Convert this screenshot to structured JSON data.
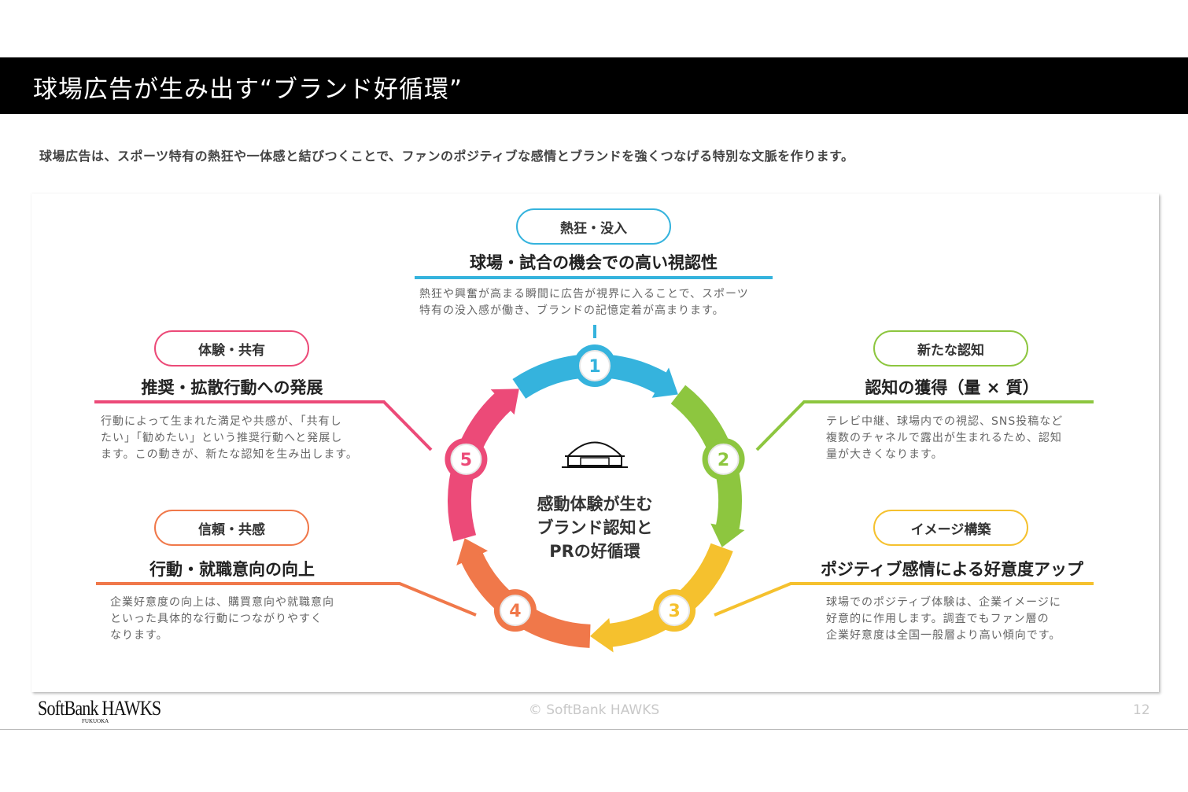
{
  "header": {
    "title": "球場広告が生み出す“ブランド好循環”"
  },
  "lead": "球場広告は、スポーツ特有の熱狂や一体感と結びつくことで、ファンのポジティブな感情とブランドを強くつなげる特別な文脈を作ります。",
  "center": {
    "icon": "stadium-icon",
    "text": "感動体験が生む\nブランド認知と\nPRの好循環"
  },
  "steps": [
    {
      "number": "1",
      "tag": "熱狂・没入",
      "heading": "球場・試合の機会での高い視認性",
      "desc": "熱狂や興奮が高まる瞬間に広告が視界に入ることで、スポーツ\n特有の没入感が働き、ブランドの記憶定着が高まります。",
      "color": "#35b3dd"
    },
    {
      "number": "2",
      "tag": "新たな認知",
      "heading": "認知の獲得（量 × 質）",
      "desc": "テレビ中継、球場内での視認、SNS投稿など\n複数のチャネルで露出が生まれるため、認知\n量が大きくなります。",
      "color": "#8dc63f"
    },
    {
      "number": "3",
      "tag": "イメージ構築",
      "heading": "ポジティブ感情による好意度アップ",
      "desc": "球場でのポジティブ体験は、企業イメージに\n好意的に作用します。調査でもファン層の\n企業好意度は全国一般層より高い傾向です。",
      "color": "#f5c12e"
    },
    {
      "number": "4",
      "tag": "信頼・共感",
      "heading": "行動・就職意向の向上",
      "desc": "企業好意度の向上は、購買意向や就職意向\nといった具体的な行動につながりやすく\nなります。",
      "color": "#f0784a"
    },
    {
      "number": "5",
      "tag": "体験・共有",
      "heading": "推奨・拡散行動への発展",
      "desc": "行動によって生まれた満足や共感が、「共有し\nたい」「勧めたい」という推奨行動へと発展し\nます。この動きが、新たな認知を生み出します。",
      "color": "#ec4a78"
    }
  ],
  "footer": {
    "logo": "SoftBank HAWKS",
    "logo_sub": "FUKUOKA",
    "copyright": "© SoftBank HAWKS",
    "page": "12"
  }
}
